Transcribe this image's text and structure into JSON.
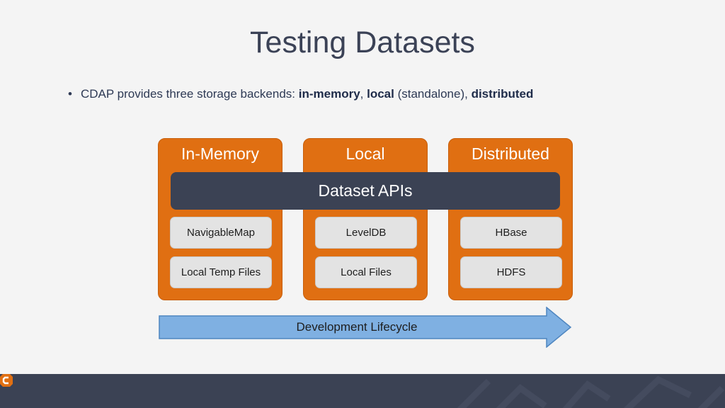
{
  "slide": {
    "title": "Testing Datasets",
    "bullet": {
      "intro": "CDAP provides three storage backends: ",
      "term1": "in-memory",
      "sep1": ", ",
      "term2": "local",
      "mid": " (standalone), ",
      "term3": "distributed"
    }
  },
  "diagram": {
    "columns": [
      {
        "title": "In-Memory",
        "items": [
          "NavigableMap",
          "Local Temp Files"
        ]
      },
      {
        "title": "Local",
        "items": [
          "LevelDB",
          "Local Files"
        ]
      },
      {
        "title": "Distributed",
        "items": [
          "HBase",
          "HDFS"
        ]
      }
    ],
    "api_bar": "Dataset APIs",
    "arrow_label": "Development Lifecycle"
  },
  "colors": {
    "column": "#e06f12",
    "api_bar": "#3b4254",
    "arrow": "#7fb0e2",
    "footer": "#3b4254",
    "logo": "#e06f12"
  },
  "icons": {
    "footer_logo": "cdap-logo-icon"
  }
}
